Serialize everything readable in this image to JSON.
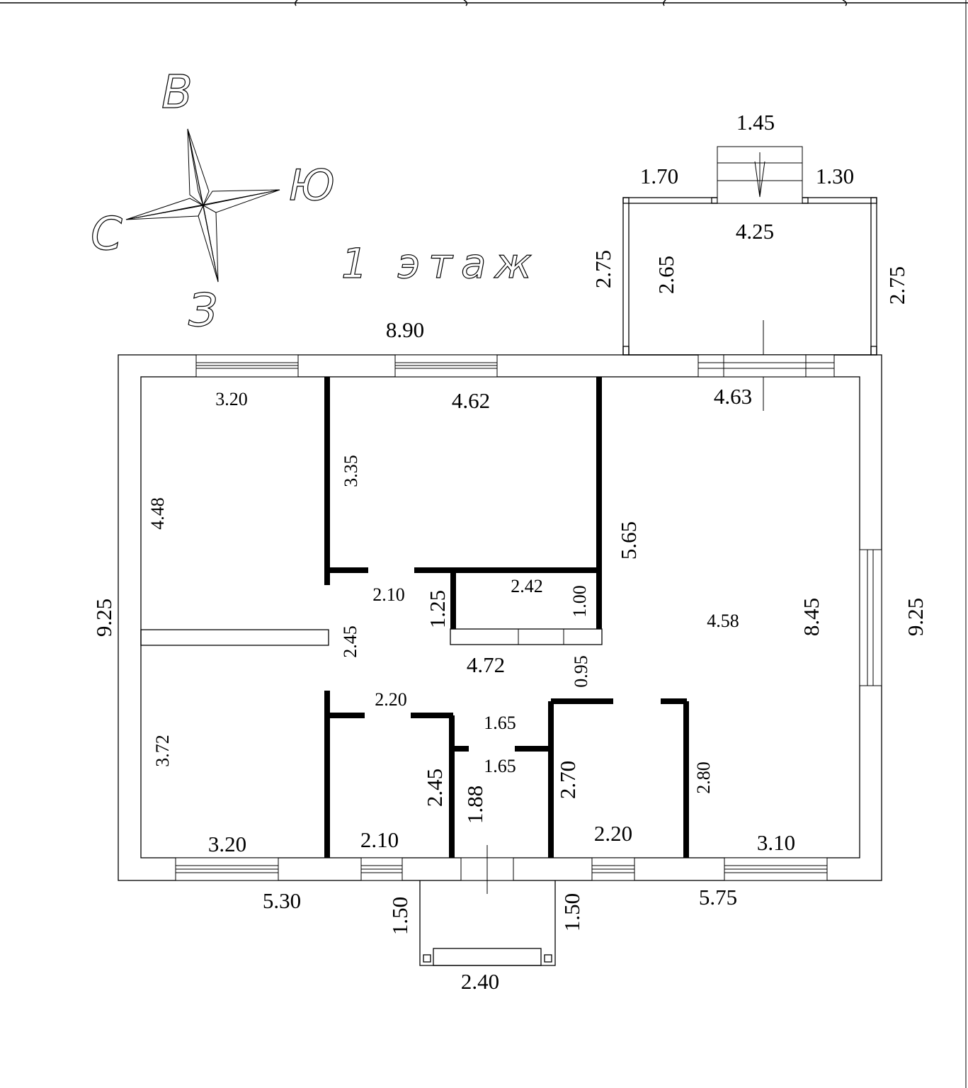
{
  "plan": {
    "floor_title": "1 этаж",
    "compass": {
      "north": "С",
      "south": "Ю",
      "east": "В",
      "west": "З"
    },
    "dimensions": {
      "porch_top_width": "1.45",
      "terrace_left_seg": "1.70",
      "terrace_right_seg": "1.30",
      "terrace_width": "4.25",
      "terrace_outer_left": "2.75",
      "terrace_inner_depth": "2.65",
      "terrace_outer_right": "2.75",
      "top_left_length": "8.90",
      "room1_width": "3.20",
      "room2_width": "4.62",
      "room3_width": "4.63",
      "room2_depth": "3.35",
      "room1_depth": "4.48",
      "room3_wall": "5.65",
      "overall_left": "9.25",
      "overall_right": "9.25",
      "hall_width_top": "2.10",
      "closet_depth": "1.25",
      "closet_width": "2.42",
      "closet_side": "1.00",
      "hall_depth": "2.45",
      "hall_length": "4.72",
      "room3_mid": "4.58",
      "room3_depth": "8.45",
      "corridor_gap": "0.95",
      "bath_width_top": "2.20",
      "vest_width_a": "1.65",
      "vest_width_b": "1.65",
      "room4_depth": "3.72",
      "bath_depth": "2.45",
      "vest_depth": "1.88",
      "room6_depth": "2.70",
      "room7_depth": "2.80",
      "room4_width": "3.20",
      "bath_width": "2.10",
      "room6_width": "2.20",
      "room7_width": "3.10",
      "bottom_left_length": "5.30",
      "bottom_right_length": "5.75",
      "porch_left_depth": "1.50",
      "porch_right_depth": "1.50",
      "porch_width": "2.40"
    }
  }
}
